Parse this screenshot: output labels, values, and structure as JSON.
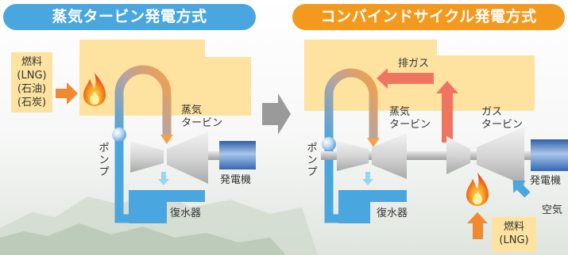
{
  "titles": {
    "left": "蒸気タービン発電方式",
    "right": "コンバインドサイクル発電方式"
  },
  "left_diagram": {
    "fuel_lines": [
      "燃料",
      "(LNG)",
      "(石油)",
      "(石炭)"
    ],
    "steam_turbine": [
      "蒸気",
      "タービン"
    ],
    "pump": "ポンプ",
    "generator": "発電機",
    "condenser": "復水器"
  },
  "right_diagram": {
    "exhaust_gas": "排ガス",
    "steam_turbine": [
      "蒸気",
      "タービン"
    ],
    "gas_turbine": [
      "ガス",
      "タービン"
    ],
    "pump": "ポンプ",
    "generator": "発電機",
    "condenser": "復水器",
    "air": "空気",
    "fuel_lines": [
      "燃料",
      "(LNG)"
    ]
  },
  "colors": {
    "left_title_bg": "#4aa6de",
    "right_title_bg": "#f39a1e",
    "boiler": "#fde39f",
    "water_pipe": "#4aa6de",
    "steam_pipe": "#f5a04a",
    "arrow_orange": "#f08a30",
    "arrow_red": "#f07560",
    "arrow_gray": "#9a9a9a"
  },
  "icons": [
    "flame-icon",
    "pump-ball-icon",
    "turbine-icon",
    "generator-icon"
  ]
}
